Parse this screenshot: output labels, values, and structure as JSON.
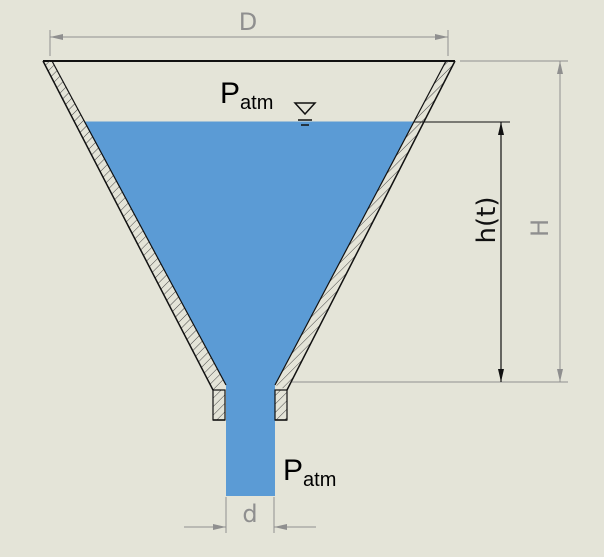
{
  "diagram": {
    "labels": {
      "top_diameter": "D",
      "bottom_diameter": "d",
      "total_height": "H",
      "level_height": "h(t)",
      "pressure_top": {
        "base": "P",
        "sub": "atm"
      },
      "pressure_bottom": {
        "base": "P",
        "sub": "atm"
      }
    },
    "colors": {
      "background": "#e4e4d8",
      "water": "#5b9bd5",
      "dimension_gray": "#8f8f8f",
      "dimension_dark": "#111111"
    },
    "symbols": {
      "free_surface": "free-surface-triangle-icon"
    }
  }
}
